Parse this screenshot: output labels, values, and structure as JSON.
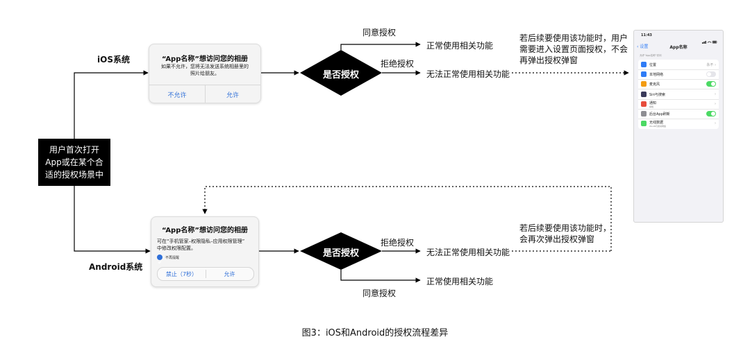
{
  "start": {
    "lines": [
      "用户首次打开",
      "App或在某个合",
      "适的授权场景中"
    ]
  },
  "ios": {
    "system_label": "iOS系统",
    "dialog": {
      "title": "“App名称”想访问您的相册",
      "body_line1": "如果不允许，您将无法发送系统相册里的",
      "body_line2": "照片给朋友。",
      "deny_button": "不允许",
      "allow_button": "允许"
    },
    "decision": "是否授权",
    "agree_label": "同意授权",
    "agree_result": "正常使用相关功能",
    "deny_label": "拒绝授权",
    "deny_result": "无法正常使用相关功能",
    "note_lines": [
      "若后续要使用该功能时，用户",
      "需要进入设置页面授权，不会",
      "再弹出授权弹窗"
    ]
  },
  "android": {
    "system_label": "Android系统",
    "dialog": {
      "title": "“App名称”想访问您的相册",
      "body_line1": "可在“手机管家–权限隐私–应用权限管理”",
      "body_line2": "中修改权限配置。",
      "checkbox_label": "不再提醒",
      "deny_button": "禁止（7秒）",
      "allow_button": "允许"
    },
    "decision": "是否授权",
    "deny_label": "拒绝授权",
    "deny_result": "无法正常使用相关功能",
    "agree_label": "同意授权",
    "agree_result": "正常使用相关功能",
    "note_lines": [
      "若后续要使用该功能时，",
      "会再次弹出授权弹窗"
    ]
  },
  "phone": {
    "time": "11:43",
    "back_label": "设置",
    "title": "App名称",
    "section_header": "允许“App名称”访问",
    "rows": [
      {
        "label": "位置",
        "right": "永不",
        "icon_color": "#2f7cf6",
        "kind": "text"
      },
      {
        "label": "本地网络",
        "icon_color": "#2f7cf6",
        "kind": "toggle-off"
      },
      {
        "label": "麦克风",
        "icon_color": "#f39c12",
        "kind": "toggle-on"
      },
      {
        "label": "Siri与搜索",
        "icon_color": "#3a3a5a",
        "kind": "chevron"
      },
      {
        "label": "通知",
        "sub": "横幅",
        "icon_color": "#e74c3c",
        "kind": "chevron"
      },
      {
        "label": "后台App刷新",
        "icon_color": "#8e8e93",
        "kind": "toggle-on"
      },
      {
        "label": "无线数据",
        "sub": "WLAN与蜂窝网络",
        "icon_color": "#4cd964",
        "kind": "chevron"
      }
    ]
  },
  "caption": "图3：iOS和Android的授权流程差异"
}
